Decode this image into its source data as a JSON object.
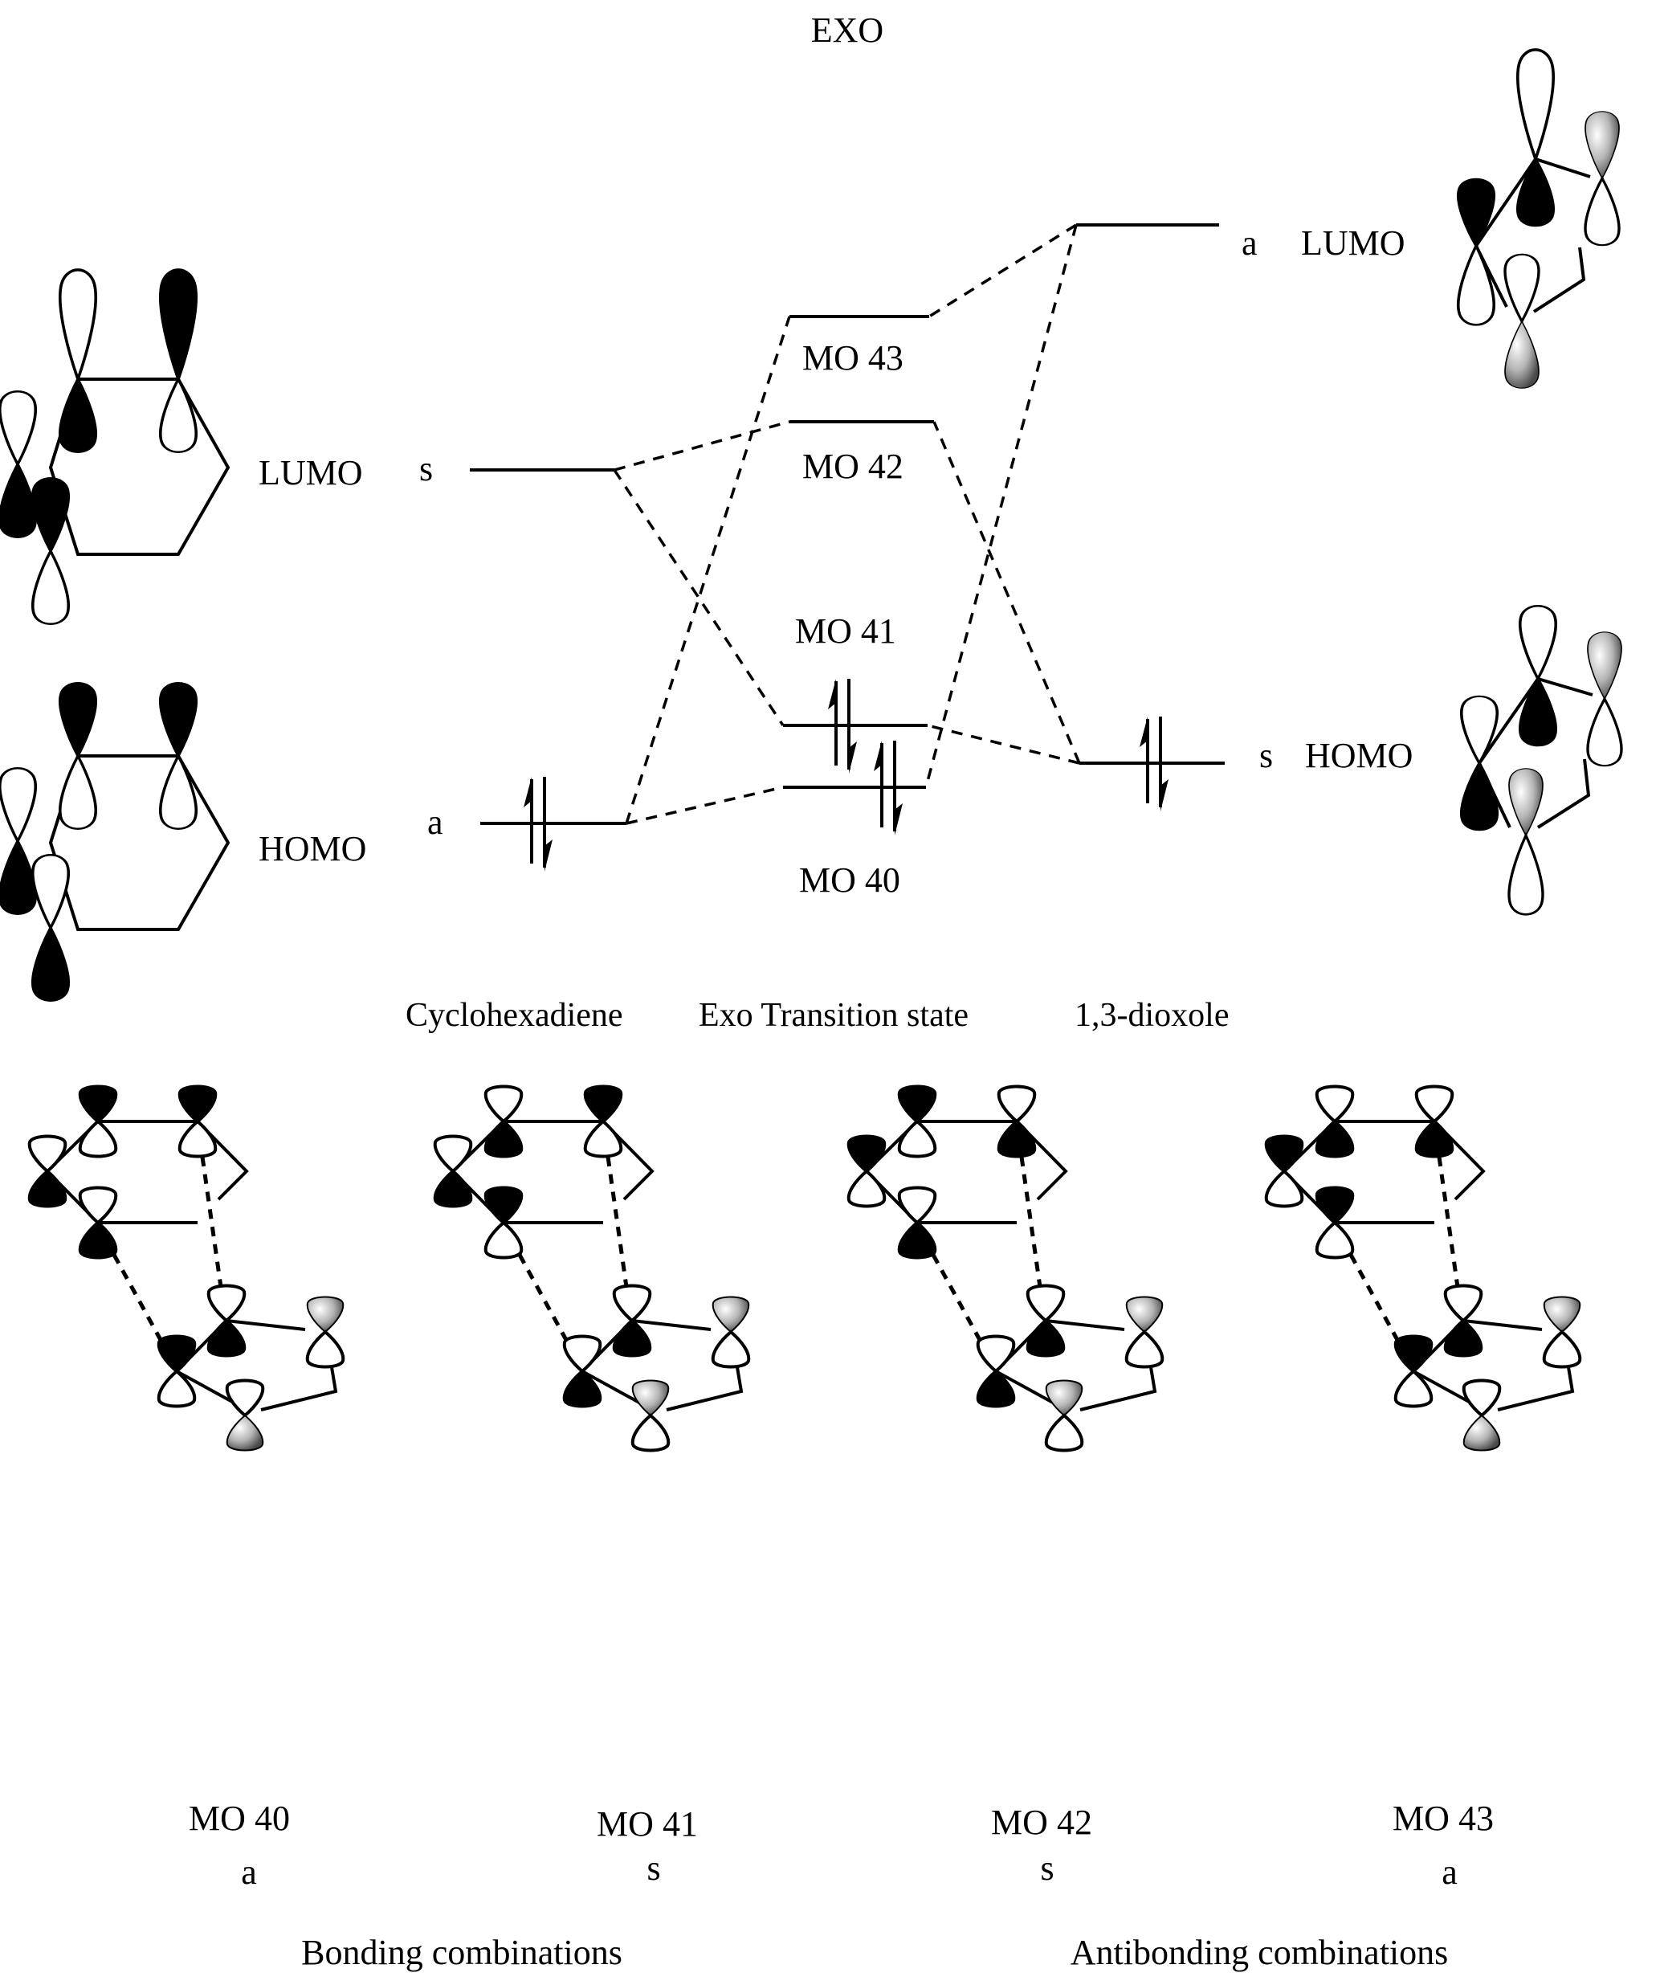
{
  "title": "EXO",
  "colors": {
    "phase_positive": "#000000",
    "phase_negative": "#ffffff",
    "oxygen_phase": "#9a9a9a",
    "line": "#000000",
    "background": "#ffffff"
  },
  "icons": {
    "electron_pair": "electron-pair-arrows-icon",
    "orbital_lobe": "p-orbital-lobe-icon"
  },
  "left_molecule": {
    "name": "Cyclohexadiene",
    "orbitals": [
      {
        "label": "LUMO",
        "symmetry": "s",
        "occupied": false,
        "electrons": 0
      },
      {
        "label": "HOMO",
        "symmetry": "a",
        "occupied": true,
        "electrons": 2
      }
    ]
  },
  "transition_state": {
    "name": "Exo Transition state",
    "orbitals": [
      {
        "label": "MO 43",
        "occupied": false,
        "electrons": 0
      },
      {
        "label": "MO 42",
        "occupied": false,
        "electrons": 0
      },
      {
        "label": "MO 41",
        "occupied": true,
        "electrons": 2
      },
      {
        "label": "MO 40",
        "occupied": true,
        "electrons": 2
      }
    ]
  },
  "right_molecule": {
    "name": "1,3-dioxole",
    "orbitals": [
      {
        "label": "LUMO",
        "symmetry": "a",
        "occupied": false,
        "electrons": 0
      },
      {
        "label": "HOMO",
        "symmetry": "s",
        "occupied": true,
        "electrons": 2
      }
    ]
  },
  "correlations": [
    {
      "from": "Cyclohexadiene LUMO",
      "to": "MO 42"
    },
    {
      "from": "Cyclohexadiene LUMO",
      "to": "MO 41"
    },
    {
      "from": "Cyclohexadiene HOMO",
      "to": "MO 43"
    },
    {
      "from": "Cyclohexadiene HOMO",
      "to": "MO 40"
    },
    {
      "from": "1,3-dioxole LUMO",
      "to": "MO 43"
    },
    {
      "from": "1,3-dioxole LUMO",
      "to": "MO 40"
    },
    {
      "from": "1,3-dioxole HOMO",
      "to": "MO 42"
    },
    {
      "from": "1,3-dioxole HOMO",
      "to": "MO 41"
    }
  ],
  "combinations": [
    {
      "mo": "MO 40",
      "symmetry": "a"
    },
    {
      "mo": "MO 41",
      "symmetry": "s"
    },
    {
      "mo": "MO 42",
      "symmetry": "s"
    },
    {
      "mo": "MO 43",
      "symmetry": "a"
    }
  ],
  "group_labels": {
    "bonding": "Bonding combinations",
    "antibonding": "Antibonding combinations"
  }
}
